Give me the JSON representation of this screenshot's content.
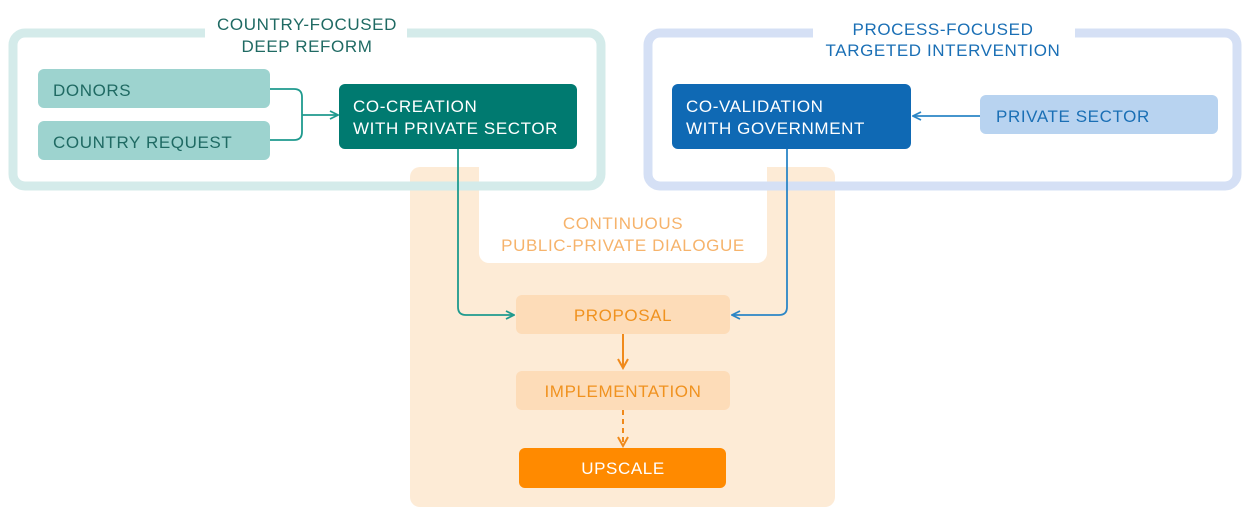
{
  "groups": {
    "country_focused": {
      "title_line1": "COUNTRY-FOCUSED",
      "title_line2": "DEEP REFORM"
    },
    "process_focused": {
      "title_line1": "PROCESS-FOCUSED",
      "title_line2": "TARGETED INTERVENTION"
    },
    "dialogue": {
      "title_line1": "CONTINUOUS",
      "title_line2": "PUBLIC-PRIVATE DIALOGUE"
    }
  },
  "nodes": {
    "donors": "DONORS",
    "country_request": "COUNTRY REQUEST",
    "co_creation_line1": "CO-CREATION",
    "co_creation_line2": "WITH PRIVATE SECTOR",
    "co_validation_line1": "CO-VALIDATION",
    "co_validation_line2": "WITH GOVERNMENT",
    "private_sector": "PRIVATE SECTOR",
    "proposal": "PROPOSAL",
    "implementation": "IMPLEMENTATION",
    "upscale": "UPSCALE"
  },
  "colors": {
    "teal_dark": "#007a70",
    "teal_light": "#9dd3cf",
    "teal_frame": "#d4ebea",
    "teal_text": "#1f6a63",
    "blue_dark": "#0f69b4",
    "blue_light": "#b8d3f0",
    "blue_frame": "#d5e0f5",
    "blue_text": "#1a6fb5",
    "orange_bg": "#fdebd6",
    "orange_box": "#fddcb8",
    "orange_strong": "#ff8a00",
    "orange_text": "#f0921f",
    "orange_arrow": "#f08a1c",
    "title_orange": "#f6b36b"
  }
}
